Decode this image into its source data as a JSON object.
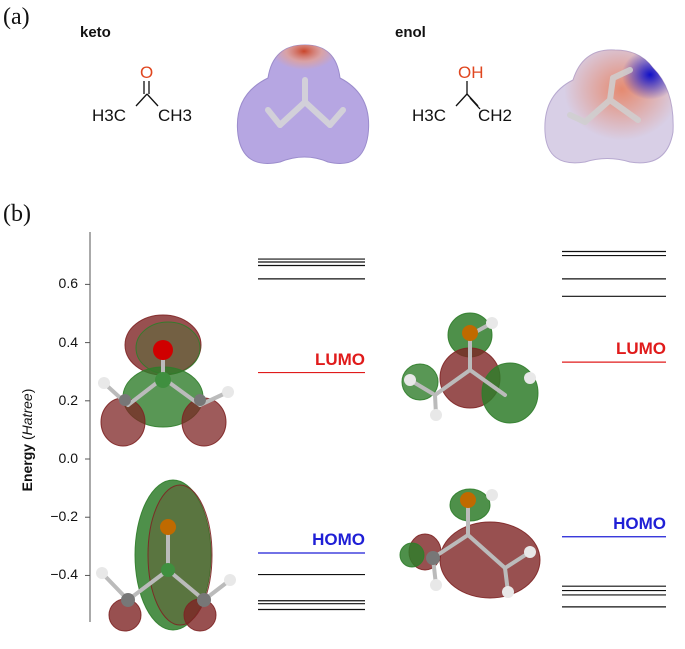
{
  "panels": {
    "a": "(a)",
    "b": "(b)"
  },
  "structures": {
    "keto": {
      "label": "keto",
      "atom_O": "O",
      "left_group": "H3C",
      "right_group": "CH3"
    },
    "enol": {
      "label": "enol",
      "atom_OH": "OH",
      "left_group": "H3C",
      "right_group": "CH2"
    }
  },
  "chart_data": {
    "type": "energy-level diagram",
    "ylabel": "Energy",
    "ylabel_unit": "Hatree",
    "ylim": [
      -0.56,
      0.78
    ],
    "yticks": [
      -0.4,
      -0.2,
      0.0,
      0.2,
      0.4,
      0.6
    ],
    "ytick_labels": [
      "−0.4",
      "−0.2",
      "0.0",
      "0.2",
      "0.4",
      "0.6"
    ],
    "series": [
      {
        "name": "keto",
        "occupied": [
          -0.323,
          -0.397,
          -0.487,
          -0.497,
          -0.517
        ],
        "virtual": [
          0.297,
          0.619,
          0.665,
          0.677,
          0.687
        ],
        "homo": -0.323,
        "lumo": 0.297
      },
      {
        "name": "enol",
        "occupied": [
          -0.267,
          -0.437,
          -0.452,
          -0.467,
          -0.508
        ],
        "virtual": [
          0.333,
          0.559,
          0.619,
          0.699,
          0.713
        ],
        "homo": -0.267,
        "lumo": 0.333
      }
    ],
    "labels": {
      "homo": "HOMO",
      "lumo": "LUMO"
    },
    "colors": {
      "homo": "#1f1fd6",
      "lumo": "#e01b1b",
      "other": "#111111"
    }
  }
}
